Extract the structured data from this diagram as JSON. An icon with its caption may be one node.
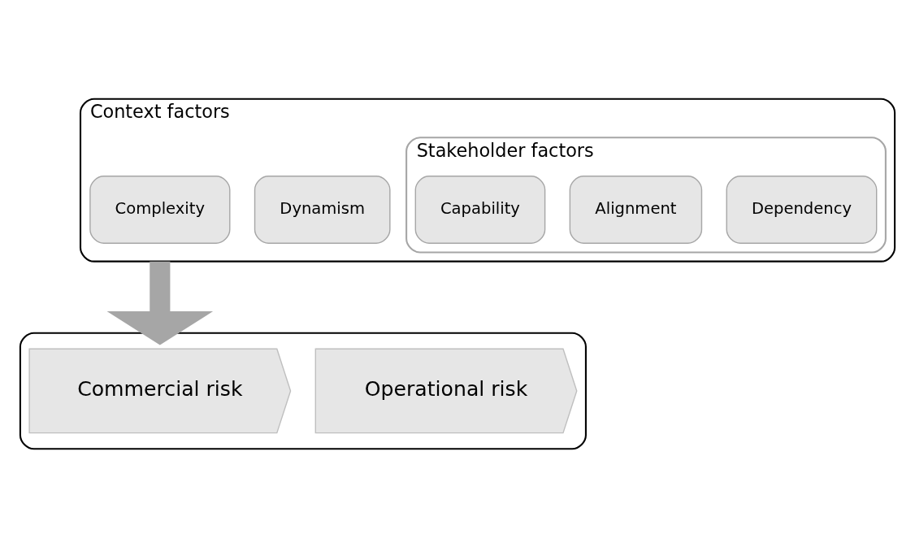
{
  "diagram": {
    "nodes": [
      {
        "text": [
          "Context factors"
        ]
      },
      {
        "text": [
          "Complexity"
        ],
        "in": 0
      },
      {
        "text": [
          "Dynamism"
        ],
        "in": 0
      },
      {
        "text": [
          "Stakeholder factors"
        ],
        "in": 0
      },
      {
        "text": [
          "Capability"
        ],
        "in": 3
      },
      {
        "text": [
          "Alignment"
        ],
        "in": 3
      },
      {
        "text": [
          "Dependency"
        ],
        "in": 3
      },
      {
        "text": [],
        "shape": "box"
      },
      {
        "text": [
          "Commercial risk"
        ],
        "in": 7
      },
      {
        "text": [
          "Operational risk"
        ],
        "in": 7
      }
    ],
    "edges": [
      {
        "from": 0,
        "to": 7,
        "arrow": "to",
        "color": "#a6a6a6"
      }
    ]
  }
}
